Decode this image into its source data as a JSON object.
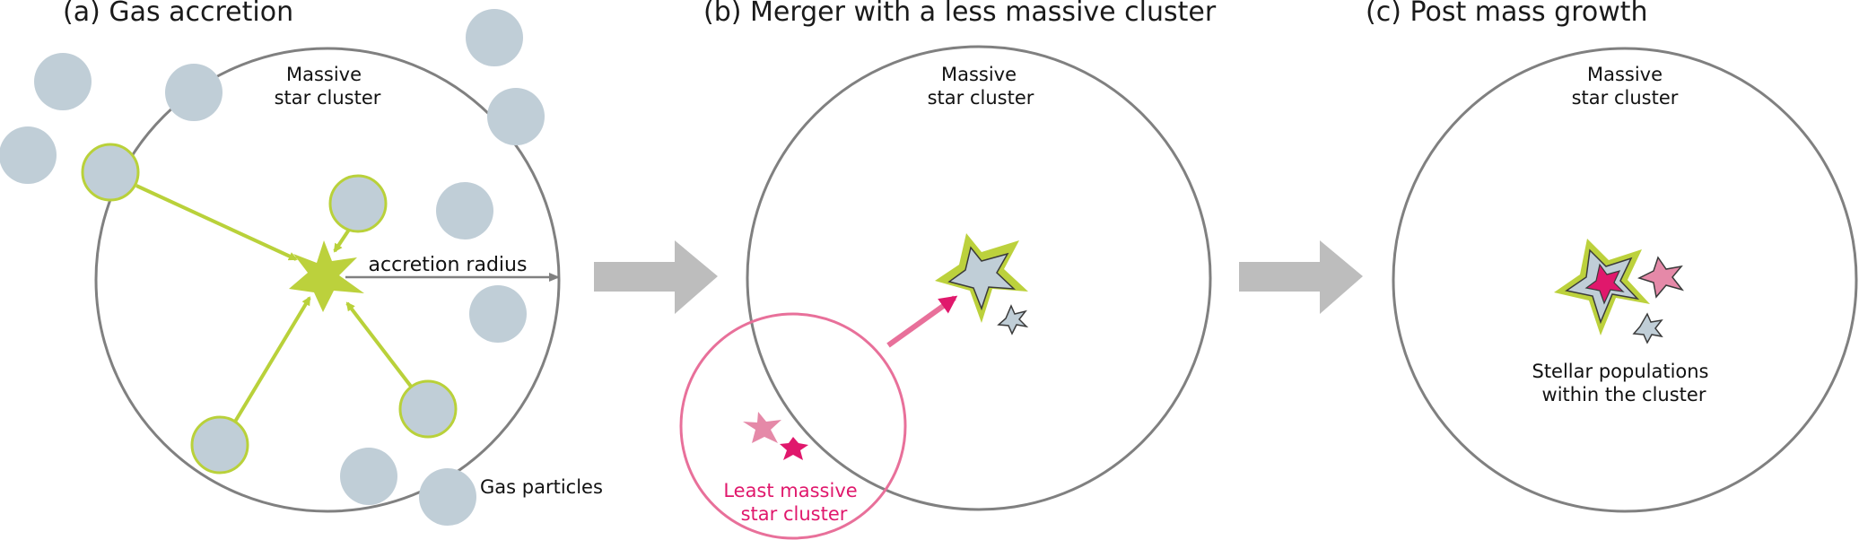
{
  "panels": {
    "a": {
      "title": "(a) Gas accretion",
      "cluster_label_1": "Massive",
      "cluster_label_2": "star cluster",
      "accretion_label": "accretion radius",
      "gas_label": "Gas particles"
    },
    "b": {
      "title": "(b) Merger with a less massive cluster",
      "cluster_label_1": "Massive",
      "cluster_label_2": "star cluster",
      "small_cluster_label_1": "Least massive",
      "small_cluster_label_2": "star cluster"
    },
    "c": {
      "title": "(c) Post mass growth",
      "cluster_label_1": "Massive",
      "cluster_label_2": "star cluster",
      "populations_label_1": "Stellar populations",
      "populations_label_2": "within the cluster"
    }
  },
  "colors": {
    "cluster_outline": "#808080",
    "gas_fill": "#c0ced7",
    "accreting_outline": "#b9d13a",
    "star_green": "#bcd13c",
    "pink_light": "#e589a8",
    "pink_dark": "#e0186c",
    "small_cluster": "#e8709a",
    "big_arrow": "#bdbdbd"
  }
}
